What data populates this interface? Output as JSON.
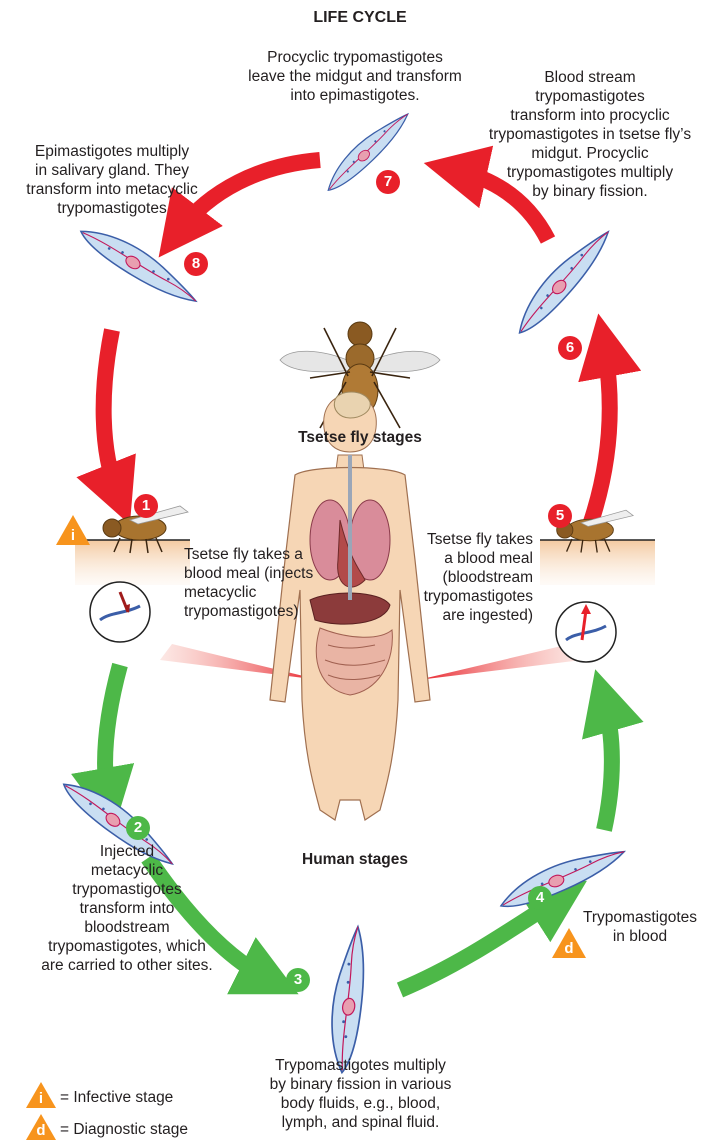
{
  "title": "LIFE CYCLE",
  "colors": {
    "red_arrow": "#e8202a",
    "green_arrow": "#4db848",
    "badge_red": "#e8202a",
    "badge_green": "#4db848",
    "triangle": "#f7941d",
    "skin": "#f6d6b5",
    "parasite_fill": "#c9def2",
    "parasite_outline": "#3b5ea8",
    "flagellum": "#c2185b"
  },
  "stages": {
    "s1": {
      "number": "1",
      "text": "Tsetse fly takes a\nblood meal (injects\nmetacyclic\ntrypomastigotes)"
    },
    "s2": {
      "number": "2",
      "text": "Injected\nmetacyclic\ntrypomastigotes\ntransform into\nbloodstream\ntrypomastigotes, which\nare carried to other sites."
    },
    "s3": {
      "number": "3",
      "text": "Trypomastigotes multiply\nby binary fission in various\nbody fluids, e.g., blood,\nlymph, and spinal fluid."
    },
    "s4": {
      "number": "4",
      "text": "Trypomastigotes\nin blood"
    },
    "s5": {
      "number": "5",
      "text": "Tsetse fly takes\na blood meal\n(bloodstream\ntrypomastigotes\nare ingested)"
    },
    "s6": {
      "number": "6",
      "text": "Blood stream\ntrypomastigotes\ntransform into procyclic\ntrypomastigotes in tsetse fly’s\nmidgut. Procyclic\ntrypomastigotes multiply\nby binary fission."
    },
    "s7": {
      "number": "7",
      "text": "Procyclic trypomastigotes\nleave the midgut and transform\ninto epimastigotes."
    },
    "s8": {
      "number": "8",
      "text": "Epimastigotes multiply\nin salivary gland. They\ntransform into metacyclic\ntrypomastigotes"
    }
  },
  "labels": {
    "tsetse_stages": "Tsetse fly stages",
    "human_stages": "Human stages"
  },
  "legend": {
    "infective_letter": "i",
    "infective_text": "= Infective stage",
    "diagnostic_letter": "d",
    "diagnostic_text": "= Diagnostic stage"
  }
}
